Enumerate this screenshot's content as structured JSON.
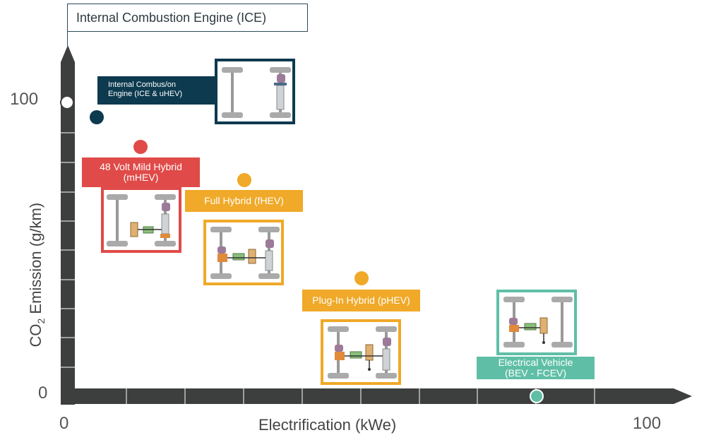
{
  "header": {
    "title": "Internal Combustion Engine (ICE)"
  },
  "axes": {
    "x_title": "Electrification (kWe)",
    "y_title_prefix": "CO",
    "y_title_sub": "2",
    "y_title_suffix": " Emission (g/km)",
    "x_min_label": "0",
    "x_max_label": "100",
    "y_min_label": "0",
    "y_max_label": "100"
  },
  "stages": [
    {
      "id": "ice",
      "label_line1": "Internal Combus/on",
      "label_line2": "Engine (ICE & uHEV)",
      "color": "#0d3a4f",
      "electrification": 5,
      "co2": 90
    },
    {
      "id": "mhev",
      "label_line1": "48 Volt Mild Hybrid",
      "label_line2": "(mHEV)",
      "color": "#e04a48",
      "electrification": 13,
      "co2": 85
    },
    {
      "id": "fhev",
      "label_line1": "Full Hybrid (fHEV)",
      "label_line2": "",
      "color": "#f0a928",
      "electrification": 30,
      "co2": 72
    },
    {
      "id": "phev",
      "label_line1": "Plug-In Hybrid (pHEV)",
      "label_line2": "",
      "color": "#f0a928",
      "electrification": 50,
      "co2": 39
    },
    {
      "id": "ev",
      "label_line1": "Electrical Vehicle",
      "label_line2": "(BEV - FCEV)",
      "color": "#5fbfa6",
      "electrification": 81,
      "co2": 0
    }
  ],
  "colors": {
    "axis": "#3d3f3f",
    "tick": "#ffffff",
    "title_border": "#2a4a5a"
  }
}
